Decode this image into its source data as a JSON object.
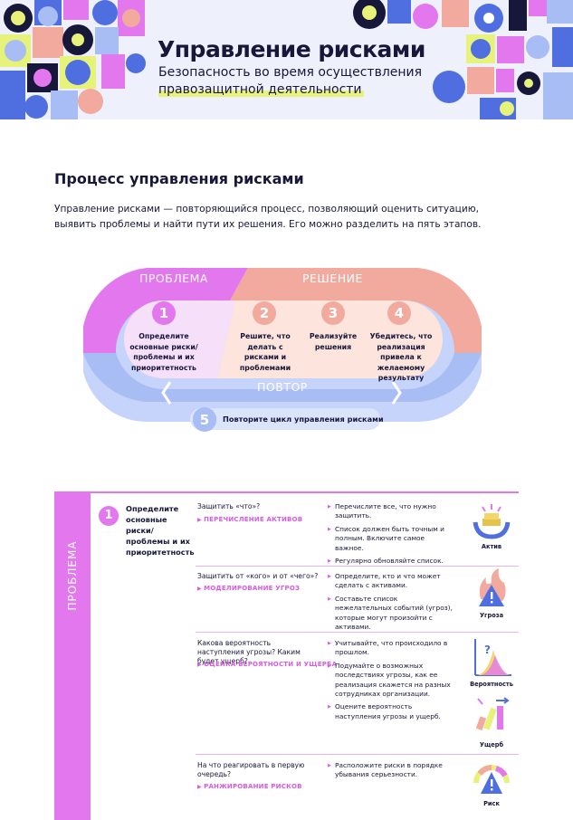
{
  "header": {
    "title": "Управление рисками",
    "subtitle_line1": "Безопасность во время осуществления",
    "subtitle_line2": "правозащитной деятельности"
  },
  "section": {
    "title": "Процесс управления рисками",
    "intro": "Управление рисками — повторяющийся процесс, позволяющий оценить ситуацию, выявить проблемы и найти пути их решения. Его можно разделить на пять этапов."
  },
  "cycle": {
    "problem_label": "ПРОБЛЕМА",
    "solution_label": "РЕШЕНИЕ",
    "repeat_label": "ПОВТОР",
    "steps": [
      {
        "num": "1",
        "text": "Определите основные риски/проблемы и их приоритетность"
      },
      {
        "num": "2",
        "text": "Решите, что делать с рисками и проблемами"
      },
      {
        "num": "3",
        "text": "Реализуйте решения"
      },
      {
        "num": "4",
        "text": "Убедитесь, что реализация привела к желаемому результату"
      },
      {
        "num": "5",
        "text": "Повторите цикл управления рисками"
      }
    ]
  },
  "table": {
    "side_label": "ПРОБЛЕМА",
    "stage_num": "1",
    "stage_title": "Определите основные риски/проблемы и их приоритетность",
    "rows": [
      {
        "question": "Защитить «что»?",
        "tag": "ПЕРЕЧИСЛЕНИЕ АКТИВОВ",
        "bullets": [
          "Перечислите все, что нужно защитить.",
          "Список должен быть точным и полным. Включите самое важное.",
          "Регулярно обновляйте список."
        ],
        "icon_labels": [
          "Актив"
        ]
      },
      {
        "question": "Защитить от «кого» и от «чего»?",
        "tag": "МОДЕЛИРОВАНИЕ УГРОЗ",
        "bullets": [
          "Определите, кто и что может сделать с активами.",
          "Составьте список нежелательных событий (угроз), которые могут произойти с активами."
        ],
        "icon_labels": [
          "Угроза"
        ]
      },
      {
        "question": "Какова вероятность наступления угрозы? Каким будет ущерб?",
        "tag": "ОЦЕНКА ВЕРОЯТНОСТИ И УЩЕРБА",
        "bullets": [
          "Учитывайте, что происходило в прошлом.",
          "Подумайте о возможных последствиях угрозы, как ее реализация скажется на разных сотрудниках организации.",
          "Оцените вероятность наступления угрозы и ущерб."
        ],
        "icon_labels": [
          "Вероятность",
          "Ущерб"
        ]
      },
      {
        "question": "На что реагировать в первую очередь?",
        "tag": "РАНЖИРОВАНИЕ РИСКОВ",
        "bullets": [
          "Расположите риски в порядке убывания серьезности."
        ],
        "icon_labels": [
          "Риск"
        ]
      }
    ]
  },
  "colors": {
    "pink": "#e277ee",
    "salmon": "#f2a99e",
    "blue": "#a9bdf5",
    "navy": "#17173a",
    "yellow": "#e6f27a"
  }
}
